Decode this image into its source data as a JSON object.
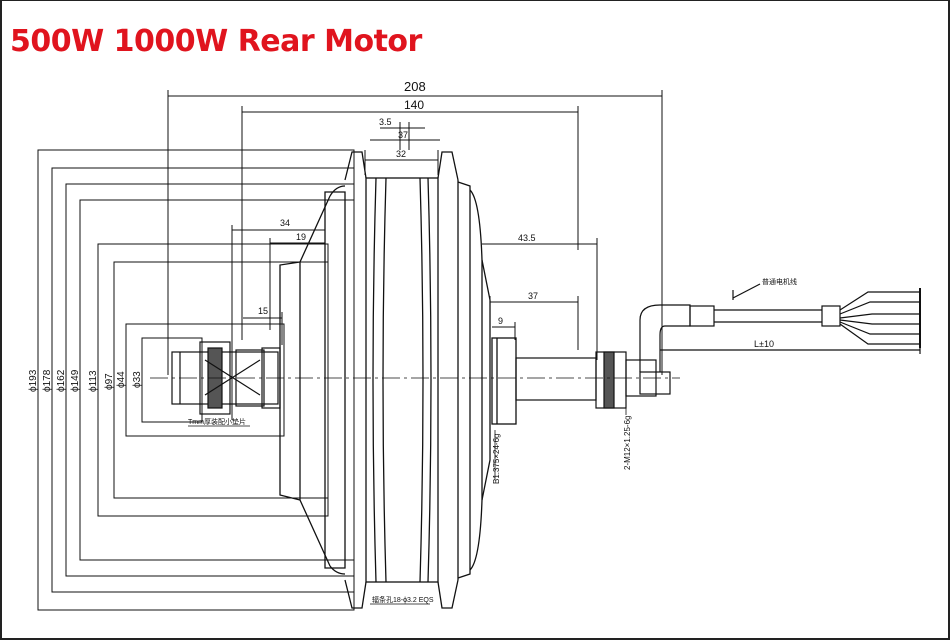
{
  "title": "500W 1000W Rear Motor",
  "dimensions": {
    "overall_width": "208",
    "width_140": "140",
    "dim_3_5": "3.5",
    "dim_37_top": "37",
    "dim_32": "32",
    "dim_34": "34",
    "dim_19": "19",
    "dim_43_5": "43.5",
    "dim_37_right": "37",
    "dim_15": "15",
    "dim_9": "9",
    "length_L": "L±10",
    "dia_193": "ϕ193",
    "dia_178": "ϕ178",
    "dia_162": "ϕ162",
    "dia_149": "ϕ149",
    "dia_113": "ϕ113",
    "dia_97": "ϕ97",
    "dia_44": "ϕ44",
    "dia_33": "ϕ33"
  },
  "annotations": {
    "thread_left": "2-M12×1.25-6g",
    "thread_right": "B1.375×24-6g",
    "cable_note": "普通电机线",
    "axle_note": "Tmm厚装配小垫片",
    "spoke_note": "辐条孔18-ϕ3.2 EQS"
  }
}
